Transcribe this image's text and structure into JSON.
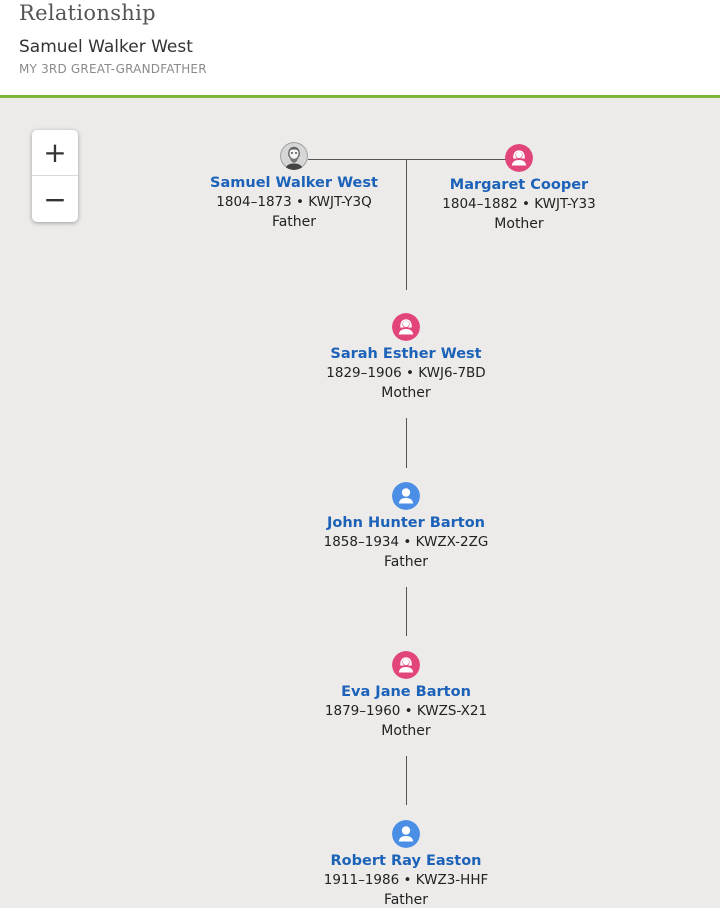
{
  "header": {
    "title": "Relationship",
    "name": "Samuel Walker West",
    "relationship": "MY 3RD GREAT-GRANDFATHER"
  },
  "zoom": {
    "in_label": "+",
    "out_label": "−"
  },
  "colors": {
    "female": "#e2457a",
    "male": "#4a8ee6",
    "link": "#1c62b9",
    "accent": "#7bb539"
  },
  "tree": {
    "parents": [
      {
        "name": "Samuel Walker West",
        "info": "1804–1873 • KWJT-Y3Q",
        "role": "Father",
        "avatar": "photo-avatar"
      },
      {
        "name": "Margaret Cooper",
        "info": "1804–1882 • KWJT-Y33",
        "role": "Mother",
        "avatar": "female-avatar-icon"
      }
    ],
    "descendants": [
      {
        "name": "Sarah Esther West",
        "info": "1829–1906 • KWJ6-7BD",
        "role": "Mother",
        "avatar": "female-avatar-icon"
      },
      {
        "name": "John Hunter Barton",
        "info": "1858–1934 • KWZX-2ZG",
        "role": "Father",
        "avatar": "male-avatar-icon"
      },
      {
        "name": "Eva Jane Barton",
        "info": "1879–1960 • KWZS-X21",
        "role": "Mother",
        "avatar": "female-avatar-icon"
      },
      {
        "name": "Robert Ray Easton",
        "info": "1911–1986 • KWZ3-HHF",
        "role": "Father",
        "avatar": "male-avatar-icon"
      }
    ]
  }
}
